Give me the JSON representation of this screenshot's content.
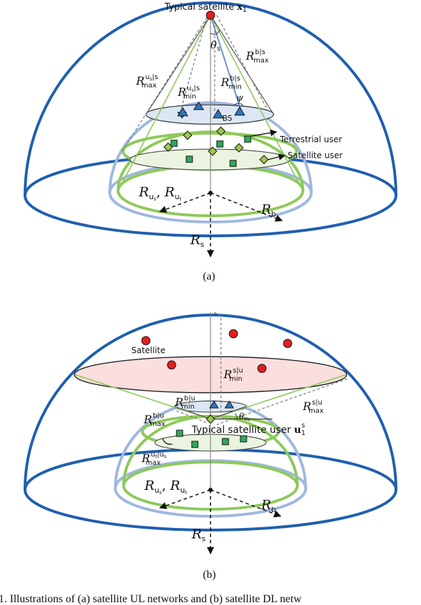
{
  "panel_a": {
    "title": "Typical satellite",
    "title_vec": "x",
    "title_sub": "1",
    "theta": "θ",
    "theta_sub": "s",
    "psi": "ψ",
    "r_max_bs": "R",
    "r_max_bs_sup": "b|s",
    "r_max_bs_sub": "max",
    "r_max_us": "R",
    "r_max_us_sup": "u",
    "r_max_us_sup_sub": "s",
    "r_max_us_sup_tail": "|s",
    "r_max_us_sub": "max",
    "r_min_bs_sup": "b|s",
    "r_min_bs_sub": "min",
    "r_min_us_sup": "u",
    "r_min_us_sup_tail": "|s",
    "r_min_us_sub": "min",
    "bs_label": "BS",
    "terrestrial_user": "Terrestrial user",
    "satellite_user": "Satellite user",
    "r_us": "R",
    "r_us_sub": "u",
    "r_us_subsub": "s",
    "r_ut": "R",
    "r_ut_sub": "u",
    "r_ut_subsub": "t",
    "r_b": "R",
    "r_b_sub": "b",
    "r_s": "R",
    "r_s_sub": "s",
    "caption": "(a)"
  },
  "panel_b": {
    "satellite": "Satellite",
    "typical_user": "Typical satellite user",
    "user_vec": "u",
    "user_sub": "1",
    "user_sup": "s",
    "theta": "θ",
    "theta_sub": "u",
    "theta_subsub": "s",
    "r_min_su_sup": "s|u",
    "r_min_su_sub": "min",
    "r_max_su_sup": "s|u",
    "r_max_su_sub": "max",
    "r_min_bu_sup": "b|u",
    "r_min_bu_sub": "min",
    "r_max_bu_sup": "b|u",
    "r_max_bu_sub": "max",
    "r_max_utu_sup": "u",
    "r_max_utu_sup_tail": "|u",
    "r_max_utu_sub": "max",
    "r_b": "R",
    "r_b_sub": "b",
    "r_s": "R",
    "r_s_sub": "s",
    "caption": "(b)"
  },
  "footer_caption": "1.  Illustrations of (a) satellite UL networks and (b) satellite DL netw",
  "colors": {
    "dark_blue": "#1f5fb0",
    "light_blue": "#8fb0dc",
    "green": "#8ec95a",
    "user_green": "#2fa85a",
    "bs_blue": "#2f77c0",
    "sat_red": "#e02020",
    "diamond": "#9cc84c"
  }
}
